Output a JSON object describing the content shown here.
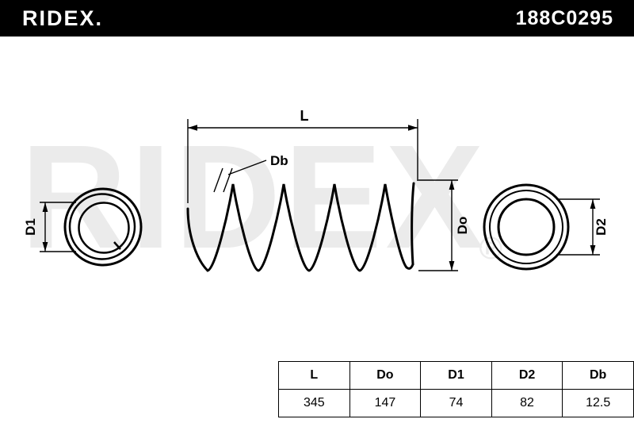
{
  "header": {
    "logo": "RIDEX.",
    "part_number": "188C0295"
  },
  "watermark": {
    "text": "RIDEX",
    "reg": "®"
  },
  "diagram": {
    "dim_L": "L",
    "dim_Db": "Db",
    "dim_Do": "Do",
    "dim_D1": "D1",
    "dim_D2": "D2"
  },
  "table": {
    "headers": [
      "L",
      "Do",
      "D1",
      "D2",
      "Db"
    ],
    "values": [
      "345",
      "147",
      "74",
      "82",
      "12.5"
    ]
  },
  "colors": {
    "header_bg": "#000000",
    "header_text": "#ffffff",
    "line": "#000000",
    "watermark": "#ebebeb"
  }
}
